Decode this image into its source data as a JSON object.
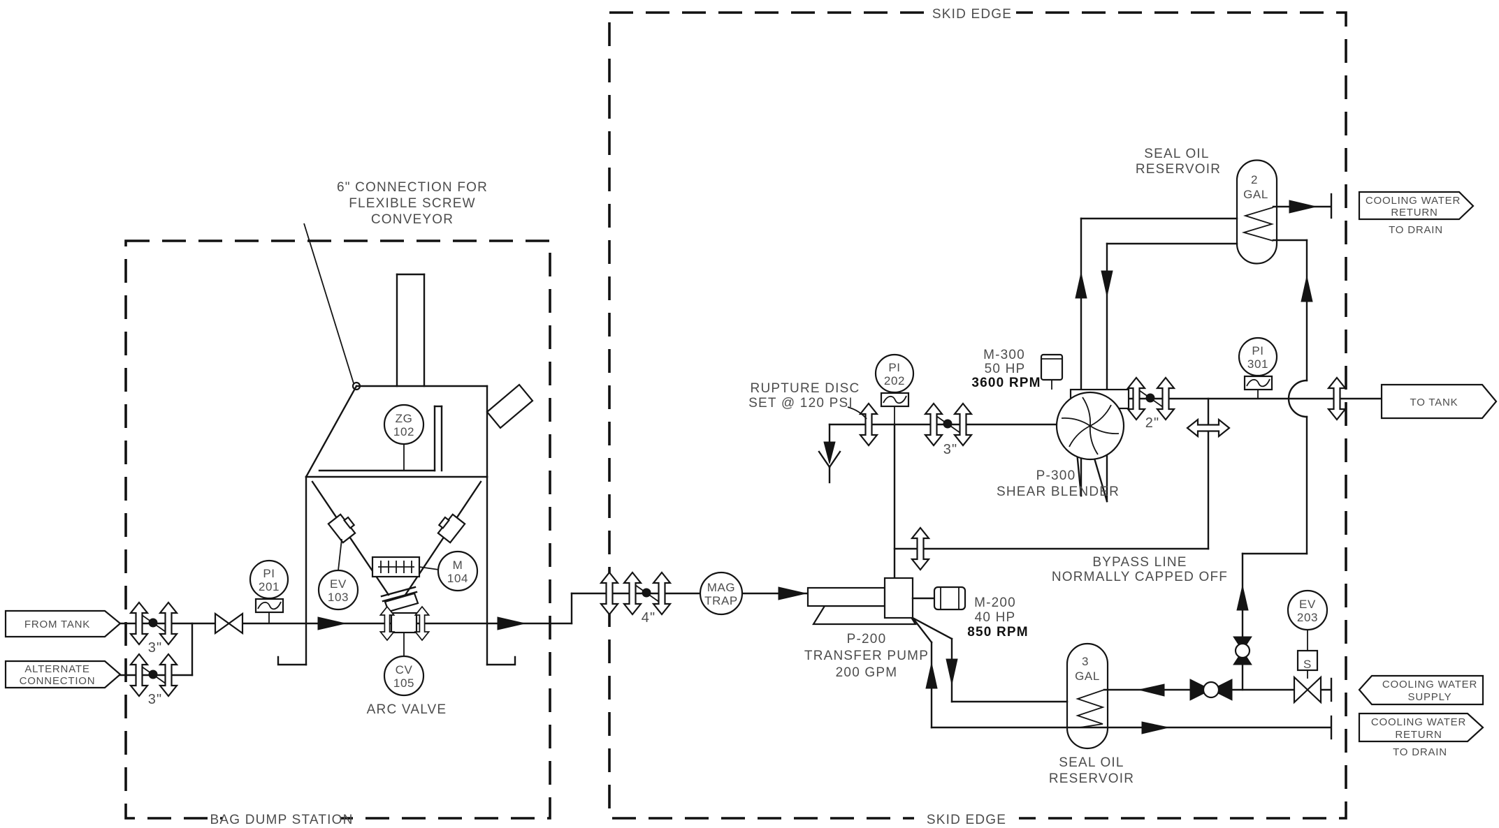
{
  "boundaries": {
    "skid_top": "SKID EDGE",
    "skid_bottom": "SKID EDGE",
    "bag_dump": "BAG DUMP STATION"
  },
  "flags": {
    "from_tank": "FROM TANK",
    "alt1": "ALTERNATE",
    "alt2": "CONNECTION",
    "to_tank": "TO TANK",
    "ret_top1": "COOLING WATER",
    "ret_top2": "RETURN",
    "ret_top3": "TO DRAIN",
    "supply1": "COOLING WATER",
    "supply2": "SUPPLY",
    "ret_bot1": "COOLING WATER",
    "ret_bot2": "RETURN",
    "ret_bot3": "TO DRAIN"
  },
  "instruments": {
    "zg102": {
      "tag": "ZG",
      "num": "102"
    },
    "pi201": {
      "tag": "PI",
      "num": "201"
    },
    "ev103": {
      "tag": "EV",
      "num": "103"
    },
    "m104": {
      "tag": "M",
      "num": "104"
    },
    "cv105": {
      "tag": "CV",
      "num": "105"
    },
    "pi202": {
      "tag": "PI",
      "num": "202"
    },
    "pi301": {
      "tag": "PI",
      "num": "301"
    },
    "ev203": {
      "tag": "EV",
      "num": "203"
    },
    "solenoid": {
      "tag": "S"
    },
    "mag_trap": {
      "tag": "MAG",
      "num": "TRAP"
    }
  },
  "equipment": {
    "p200": {
      "id": "P-200",
      "name": "TRANSFER PUMP",
      "spec": "200 GPM"
    },
    "m200": {
      "id": "M-200",
      "hp": "40 HP",
      "rpm": "850 RPM"
    },
    "p300": {
      "id": "P-300",
      "name": "SHEAR BLENDER"
    },
    "m300": {
      "id": "M-300",
      "hp": "50 HP",
      "rpm": "3600 RPM"
    },
    "reservoir_top": {
      "cap1": "2",
      "cap2": "GAL",
      "name1": "SEAL OIL",
      "name2": "RESERVOIR"
    },
    "reservoir_bottom": {
      "cap1": "3",
      "cap2": "GAL",
      "name1": "SEAL OIL",
      "name2": "RESERVOIR"
    }
  },
  "notes": {
    "conveyor1": "6\" CONNECTION FOR",
    "conveyor2": "FLEXIBLE SCREW",
    "conveyor3": "CONVEYOR",
    "rupture1": "RUPTURE DISC",
    "rupture2": "SET @ 120 PSI",
    "bypass1": "BYPASS LINE",
    "bypass2": "NORMALLY CAPPED OFF",
    "arc_valve": "ARC VALVE"
  },
  "sizes": {
    "from_tank": "3\"",
    "alternate": "3\"",
    "suction": "4\"",
    "blender_inlet": "3\"",
    "blender_outlet": "2\""
  }
}
